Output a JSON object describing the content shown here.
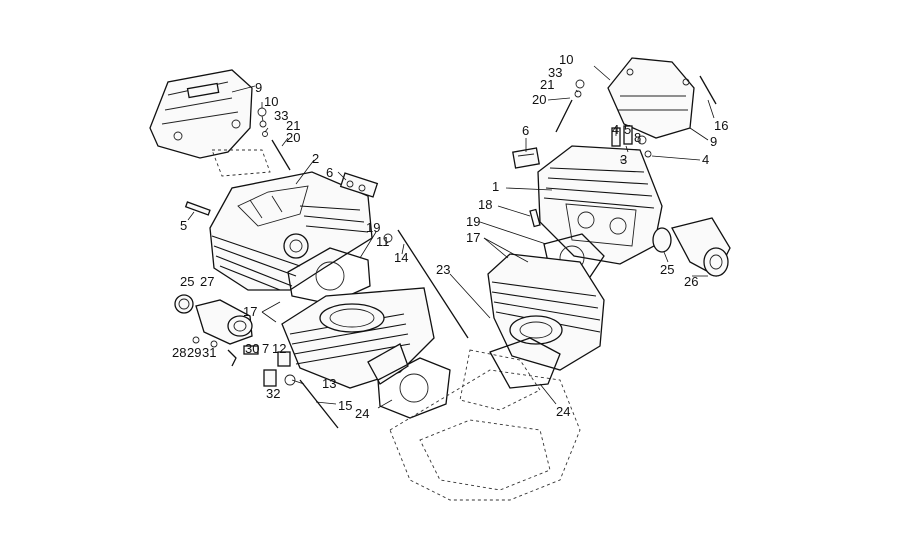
{
  "diagram": {
    "labels": [
      {
        "id": "l9a",
        "text": "9"
      },
      {
        "id": "l10a",
        "text": "10"
      },
      {
        "id": "l33a",
        "text": "33"
      },
      {
        "id": "l21a",
        "text": "21"
      },
      {
        "id": "l20a",
        "text": "20"
      },
      {
        "id": "l2",
        "text": "2"
      },
      {
        "id": "l6a",
        "text": "6"
      },
      {
        "id": "l5",
        "text": "5"
      },
      {
        "id": "l19a",
        "text": "19"
      },
      {
        "id": "l11",
        "text": "11"
      },
      {
        "id": "l14",
        "text": "14"
      },
      {
        "id": "l25a",
        "text": "25"
      },
      {
        "id": "l27",
        "text": "27"
      },
      {
        "id": "l17a",
        "text": "17"
      },
      {
        "id": "l28",
        "text": "28"
      },
      {
        "id": "l29",
        "text": "29"
      },
      {
        "id": "l31",
        "text": "31"
      },
      {
        "id": "l30",
        "text": "30"
      },
      {
        "id": "l7",
        "text": "7"
      },
      {
        "id": "l12",
        "text": "12"
      },
      {
        "id": "l32",
        "text": "32"
      },
      {
        "id": "l13",
        "text": "13"
      },
      {
        "id": "l15",
        "text": "15"
      },
      {
        "id": "l24a",
        "text": "24"
      },
      {
        "id": "l23",
        "text": "23"
      },
      {
        "id": "l24b",
        "text": "24"
      },
      {
        "id": "l10b",
        "text": "10"
      },
      {
        "id": "l33b",
        "text": "33"
      },
      {
        "id": "l21b",
        "text": "21"
      },
      {
        "id": "l20b",
        "text": "20"
      },
      {
        "id": "l6b",
        "text": "6"
      },
      {
        "id": "l4a",
        "text": "4"
      },
      {
        "id": "l5b",
        "text": "5"
      },
      {
        "id": "l8",
        "text": "8"
      },
      {
        "id": "l3",
        "text": "3"
      },
      {
        "id": "l4b",
        "text": "4"
      },
      {
        "id": "l16",
        "text": "16"
      },
      {
        "id": "l9b",
        "text": "9"
      },
      {
        "id": "l1",
        "text": "1"
      },
      {
        "id": "l18",
        "text": "18"
      },
      {
        "id": "l19b",
        "text": "19"
      },
      {
        "id": "l17b",
        "text": "17"
      },
      {
        "id": "l25b",
        "text": "25"
      },
      {
        "id": "l26",
        "text": "26"
      }
    ]
  }
}
